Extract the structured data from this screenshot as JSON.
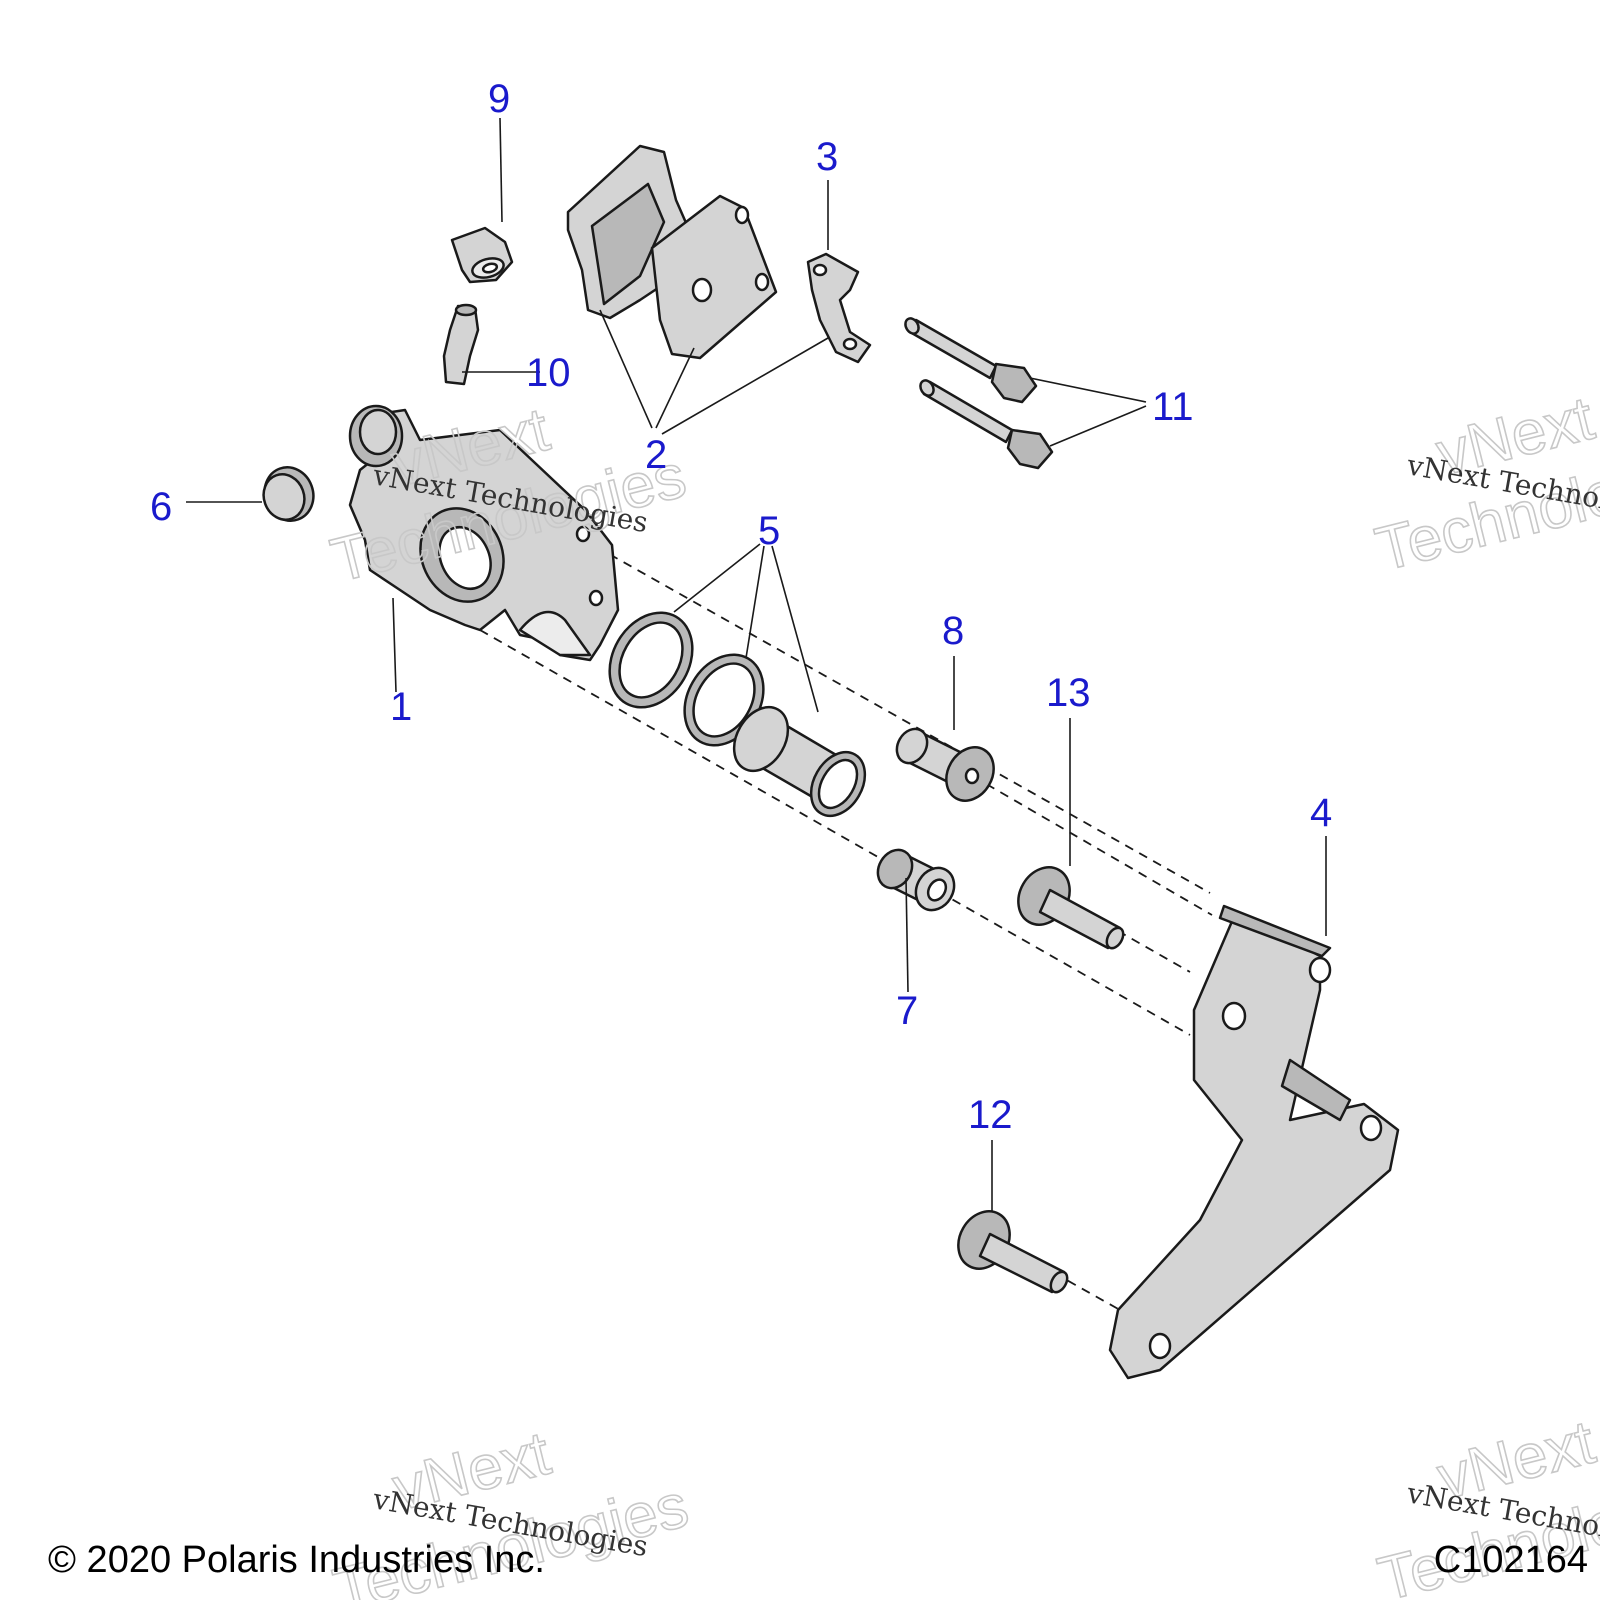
{
  "diagram": {
    "callouts": [
      "1",
      "2",
      "3",
      "4",
      "5",
      "6",
      "7",
      "8",
      "9",
      "10",
      "11",
      "12",
      "13"
    ],
    "copyright": "© 2020 Polaris Industries Inc.",
    "figure_id": "C102164",
    "callout_color": "#1a1acc"
  },
  "watermarks": {
    "script": "vNext Technologies",
    "outline_top": "vNext",
    "outline_bottom": "Technologies"
  }
}
